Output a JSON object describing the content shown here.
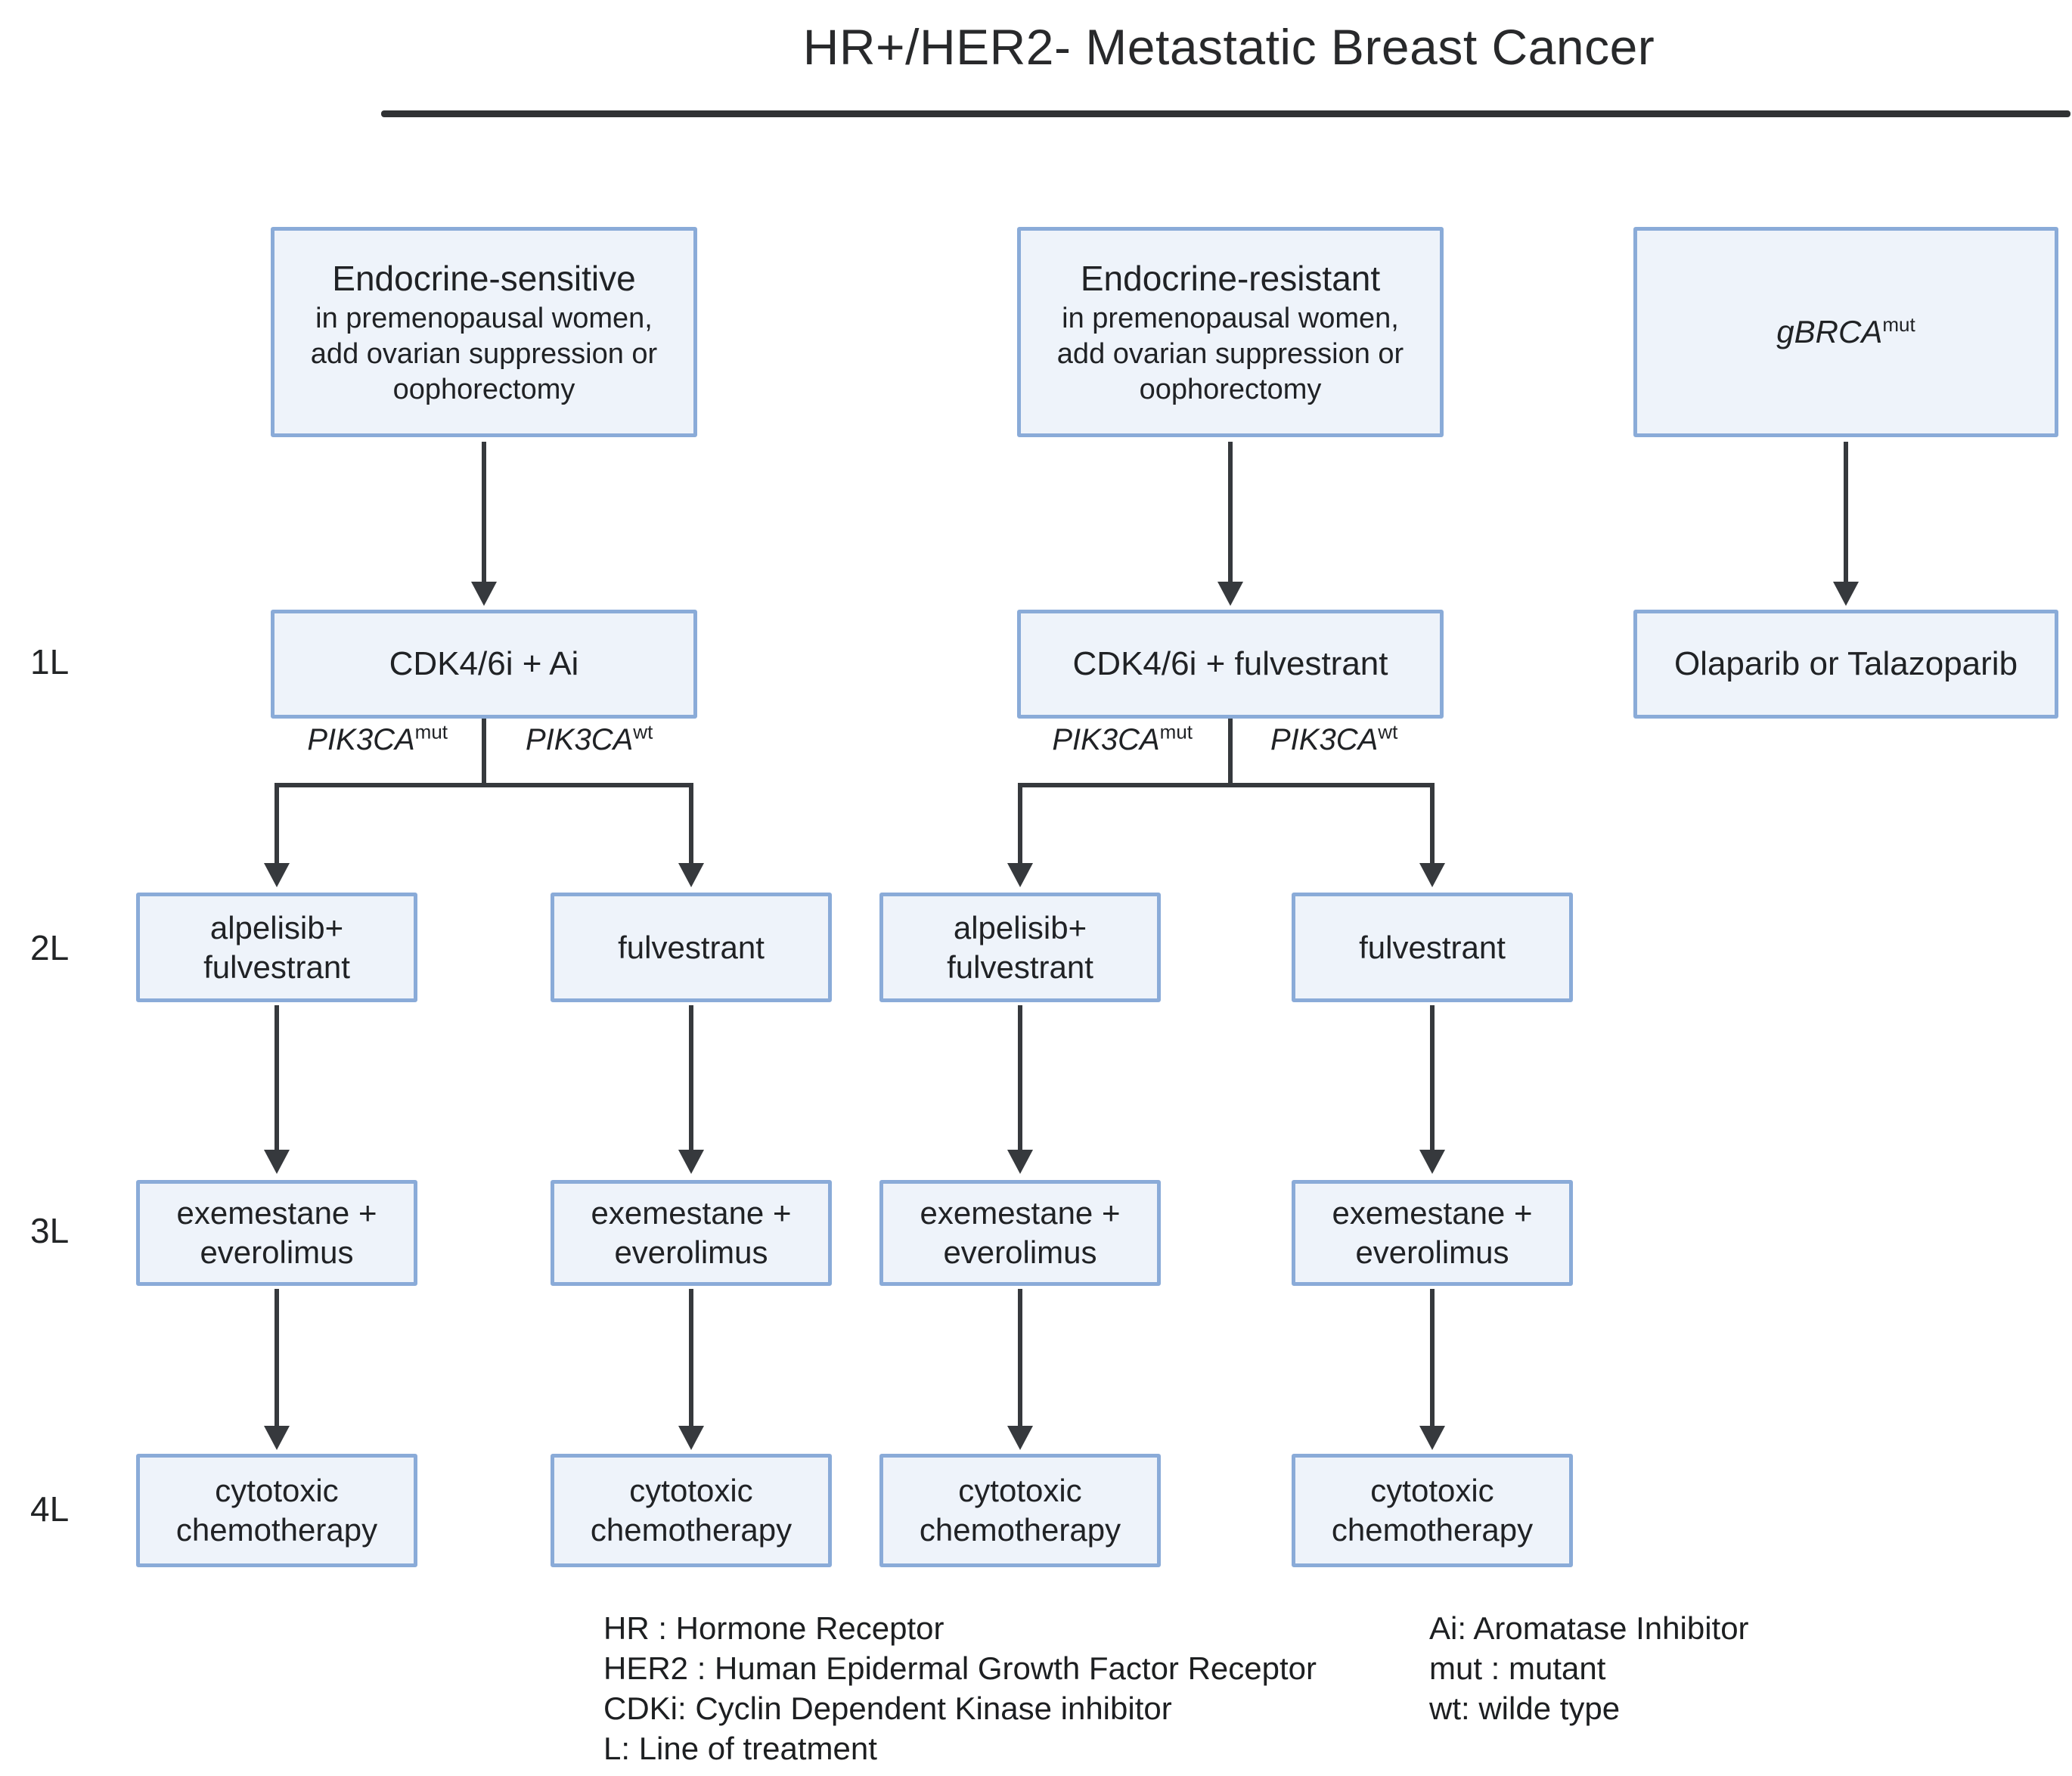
{
  "title": "HR+/HER2- Metastatic Breast Cancer",
  "colors": {
    "box_fill": "#eef3fa",
    "box_border": "#8aabd8",
    "line": "#36393d",
    "text": "#202225"
  },
  "line_labels": {
    "l1": "1L",
    "l2": "2L",
    "l3": "3L",
    "l4": "4L"
  },
  "top_boxes": {
    "sensitive": {
      "title": "Endocrine-sensitive",
      "subtitle": "in premenopausal women,\nadd ovarian suppression or\noophorectomy"
    },
    "resistant": {
      "title": "Endocrine-resistant",
      "subtitle": "in premenopausal women,\nadd ovarian suppression or\noophorectomy"
    },
    "gbrca": {
      "base": "gBRCA",
      "sup": "mut"
    }
  },
  "first_line": {
    "left": "CDK4/6i + Ai",
    "middle": "CDK4/6i + fulvestrant",
    "right": "Olaparib or Talazoparib"
  },
  "branch_labels": {
    "mut": {
      "base": "PIK3CA",
      "sup": "mut"
    },
    "wt": {
      "base": "PIK3CA",
      "sup": "wt"
    }
  },
  "rows": {
    "l2": [
      "alpelisib+\nfulvestrant",
      "fulvestrant",
      "alpelisib+\nfulvestrant",
      "fulvestrant"
    ],
    "l3": [
      "exemestane +\neverolimus",
      "exemestane +\neverolimus",
      "exemestane +\neverolimus",
      "exemestane +\neverolimus"
    ],
    "l4": [
      "cytotoxic\nchemotherapy",
      "cytotoxic\nchemotherapy",
      "cytotoxic\nchemotherapy",
      "cytotoxic\nchemotherapy"
    ]
  },
  "legend": {
    "left": [
      "HR : Hormone Receptor",
      "HER2 : Human Epidermal Growth Factor Receptor",
      "CDKi: Cyclin Dependent Kinase inhibitor",
      "L: Line of treatment"
    ],
    "right": [
      "Ai: Aromatase Inhibitor",
      "mut : mutant",
      "wt: wilde type"
    ]
  }
}
